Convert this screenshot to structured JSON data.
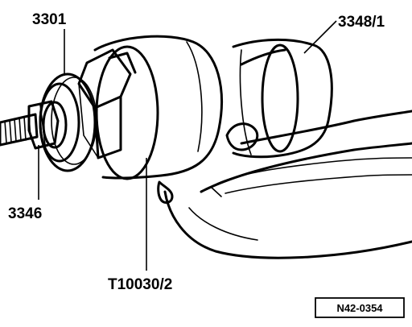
{
  "labels": {
    "part_3301": "3301",
    "part_3348_1": "3348/1",
    "part_3346": "3346",
    "part_t10030_2": "T10030/2"
  },
  "reference_code": "N42-0354"
}
